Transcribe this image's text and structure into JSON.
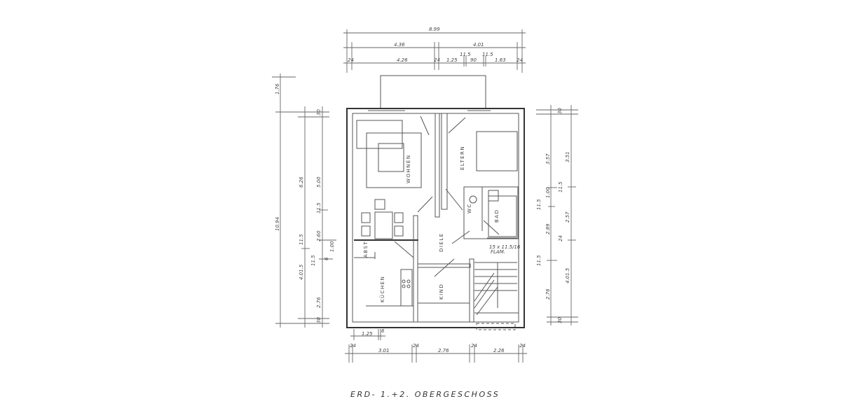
{
  "title": "ERD- 1.+2. OBERGESCHOSS",
  "rooms": {
    "wohnen": "WOHNEN",
    "eltern": "ELTERN",
    "wc": "WC",
    "bad": "BAD",
    "diele": "DIELE",
    "kuechen": "KÜCHEN",
    "kind": "KIND",
    "abst": "ABST.",
    "window_note": "15 x 11.5/16",
    "flam": "FLAM."
  },
  "dimensions": {
    "top": {
      "total": "8.99",
      "row2": [
        "4.36",
        "4.01"
      ],
      "row3": [
        "24",
        "4.26",
        "24",
        "1.25",
        "11.5",
        "90",
        "11.5",
        "1.63",
        "24"
      ]
    },
    "left": {
      "outer": [
        "1.76",
        "10.94"
      ],
      "middle": [
        "6.26",
        "11.5",
        "4.01.5"
      ],
      "inner": [
        "30",
        "5.00",
        "11.5",
        "2.60",
        "11.5",
        "6",
        "1.00",
        "2.76",
        "30"
      ]
    },
    "right": {
      "inner": [
        "30",
        "3.57",
        "1.00",
        "11.5",
        "2.89",
        "11.5",
        "2.76",
        "30"
      ],
      "outer": [
        "3.51",
        "11.5",
        "2.57",
        "24",
        "4.01.5"
      ]
    },
    "bottom": {
      "row1": [
        "1.25",
        "6"
      ],
      "row2": [
        "24",
        "3.01",
        "24",
        "2.76",
        "24",
        "2.26",
        "24"
      ]
    }
  }
}
